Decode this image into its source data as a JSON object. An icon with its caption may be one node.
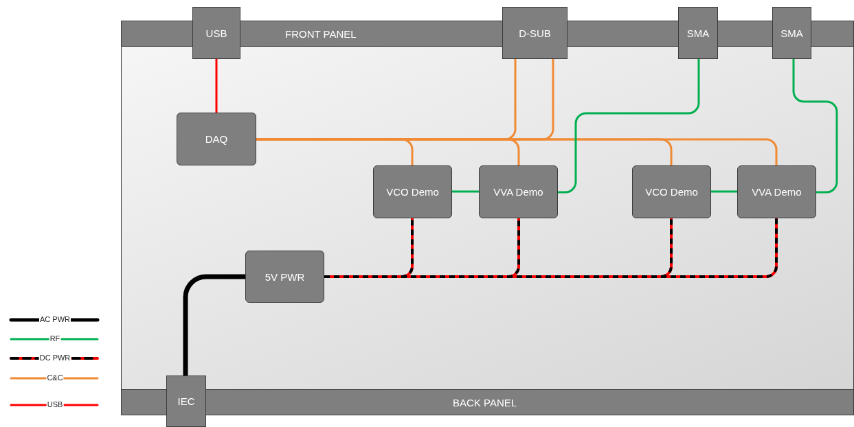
{
  "diagram": {
    "nodes": [
      {
        "text": [
          "FRONT PANEL"
        ]
      },
      {
        "text": [
          "USB"
        ]
      },
      {
        "text": [
          "D-SUB"
        ]
      },
      {
        "text": [
          "SMA"
        ]
      },
      {
        "text": [
          "SMA"
        ]
      },
      {
        "text": [
          "DAQ"
        ]
      },
      {
        "text": [
          "VCO Demo"
        ]
      },
      {
        "text": [
          "VVA Demo"
        ]
      },
      {
        "text": [
          "VCO Demo"
        ]
      },
      {
        "text": [
          "VVA Demo"
        ]
      },
      {
        "text": [
          "5V PWR"
        ]
      },
      {
        "text": [
          "BACK PANEL"
        ]
      },
      {
        "text": [
          "IEC"
        ]
      }
    ],
    "edges": [
      {
        "from": 1,
        "to": 5,
        "arrow": "none",
        "color": "#ff0000"
      },
      {
        "from": 2,
        "to": 5,
        "arrow": "none"
      },
      {
        "from": 2,
        "to": 5,
        "arrow": "none"
      },
      {
        "from": 5,
        "to": 6,
        "arrow": "none"
      },
      {
        "from": 5,
        "to": 7,
        "arrow": "none"
      },
      {
        "from": 5,
        "to": 8,
        "arrow": "none"
      },
      {
        "from": 5,
        "to": 9,
        "arrow": "none"
      },
      {
        "from": 6,
        "to": 7,
        "arrow": "none",
        "color": "#00b050"
      },
      {
        "from": 7,
        "to": 3,
        "arrow": "none",
        "color": "#00b050"
      },
      {
        "from": 8,
        "to": 9,
        "arrow": "none",
        "color": "#00b050"
      },
      {
        "from": 9,
        "to": 4,
        "arrow": "none",
        "color": "#00b050"
      },
      {
        "from": 12,
        "to": 10,
        "arrow": "none",
        "style": "thick",
        "color": "#000000"
      },
      {
        "from": 10,
        "to": 6,
        "arrow": "none",
        "style": "dashed",
        "color": "#000000"
      },
      {
        "from": 10,
        "to": 7,
        "arrow": "none",
        "style": "dashed",
        "color": "#000000"
      },
      {
        "from": 10,
        "to": 8,
        "arrow": "none",
        "style": "dashed",
        "color": "#000000"
      },
      {
        "from": 10,
        "to": 9,
        "arrow": "none",
        "style": "dashed",
        "color": "#000000"
      }
    ],
    "legend": [
      {
        "text": "AC PWR"
      },
      {
        "text": "RF"
      },
      {
        "text": "DC PWR"
      },
      {
        "text": "C&C"
      },
      {
        "text": "USB"
      }
    ]
  }
}
